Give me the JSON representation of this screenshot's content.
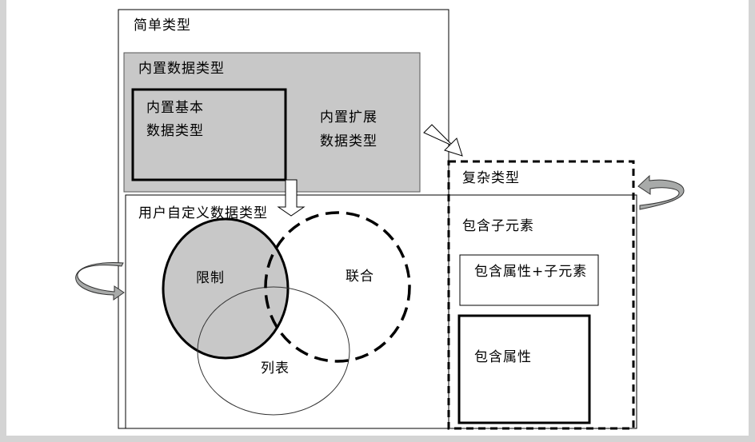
{
  "diagram": {
    "simple_types": "简单类型",
    "builtin_types": "内置数据类型",
    "builtin_basic_line1": "内置基本",
    "builtin_basic_line2": "数据类型",
    "builtin_ext_line1": "内置扩展",
    "builtin_ext_line2": "数据类型",
    "user_defined": "用户自定义数据类型",
    "restriction": "限制",
    "union": "联合",
    "list": "列表",
    "complex_types": "复杂类型",
    "child_elements": "包含子元素",
    "attr_plus_child": "包含属性+子元素",
    "attributes_only": "包含属性"
  },
  "colors": {
    "frame_gray": "#d4d4d4",
    "fill_gray": "#c8c8c8",
    "arrow_fill": "#a8aaa9",
    "stroke": "#000000"
  }
}
